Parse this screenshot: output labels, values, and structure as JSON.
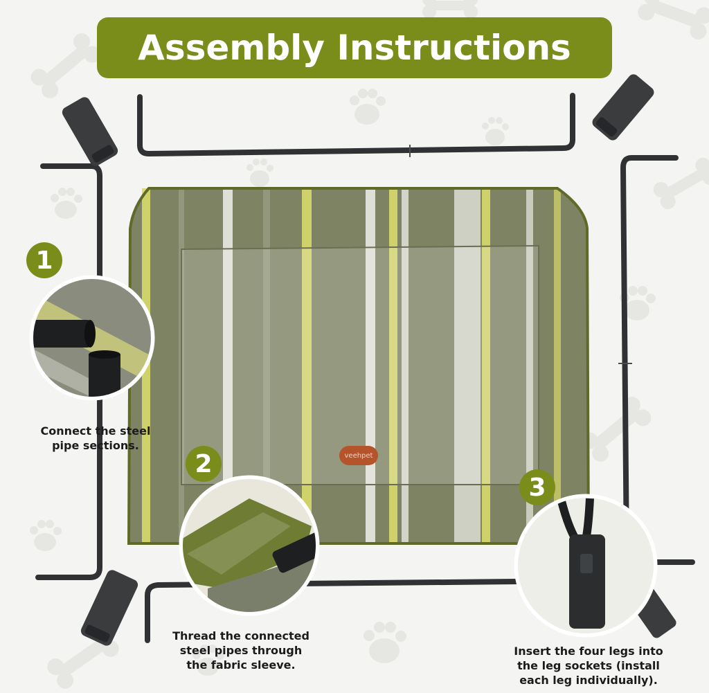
{
  "title": "Assembly Instructions",
  "brand_label": "veehpet",
  "steps": [
    {
      "number": "1",
      "caption_lines": [
        "Connect the steel",
        "pipe sections."
      ]
    },
    {
      "number": "2",
      "caption_lines": [
        "Thread the connected",
        "steel pipes through",
        "the fabric sleeve."
      ]
    },
    {
      "number": "3",
      "caption_lines": [
        "Insert the four legs into",
        "the leg sockets (install",
        "each leg individually)."
      ]
    }
  ],
  "colors": {
    "accent": "#7a8c1a",
    "fabric_base": "#7e8363",
    "stripe_yellow": "#d8d96a",
    "stripe_white": "#e9e9e2",
    "pipe": "#2f3133",
    "background": "#f4f4f2"
  }
}
